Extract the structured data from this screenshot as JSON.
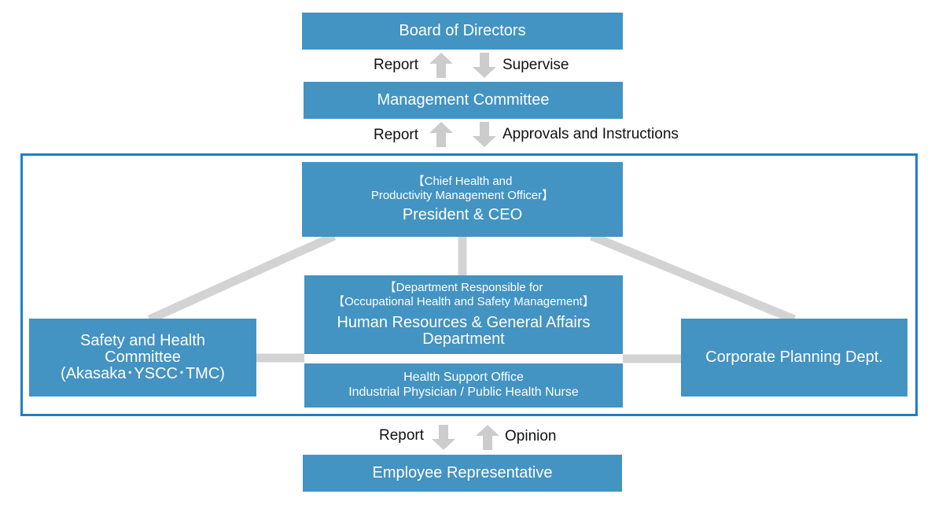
{
  "boxes": {
    "board": "Board of Directors",
    "management": "Management Committee",
    "chief_sub_1": "【Chief Health and",
    "chief_sub_2": "Productivity Management Officer】",
    "chief_main": "President & CEO",
    "hr_sub_1": "【Department Responsible for",
    "hr_sub_2": "【Occupational Health and Safety Management】",
    "hr_main_1": "Human Resources & General Affairs",
    "hr_main_2": "Department",
    "health_1": "Health Support Office",
    "health_2": "Industrial Physician / Public Health Nurse",
    "safety_1": "Safety and Health",
    "safety_2": "Committee",
    "safety_3": "(Akasaka･YSCC･TMC)",
    "corporate": "Corporate Planning Dept.",
    "employee": "Employee Representative"
  },
  "labels": {
    "report_1": "Report",
    "supervise": "Supervise",
    "report_2": "Report",
    "approvals": "Approvals and Instructions",
    "report_3": "Report",
    "opinion": "Opinion"
  },
  "colors": {
    "box_fill": "#4393c3",
    "frame_border": "#1e7fc5",
    "connector": "#d3d3d3",
    "arrow": "#cccccc"
  }
}
